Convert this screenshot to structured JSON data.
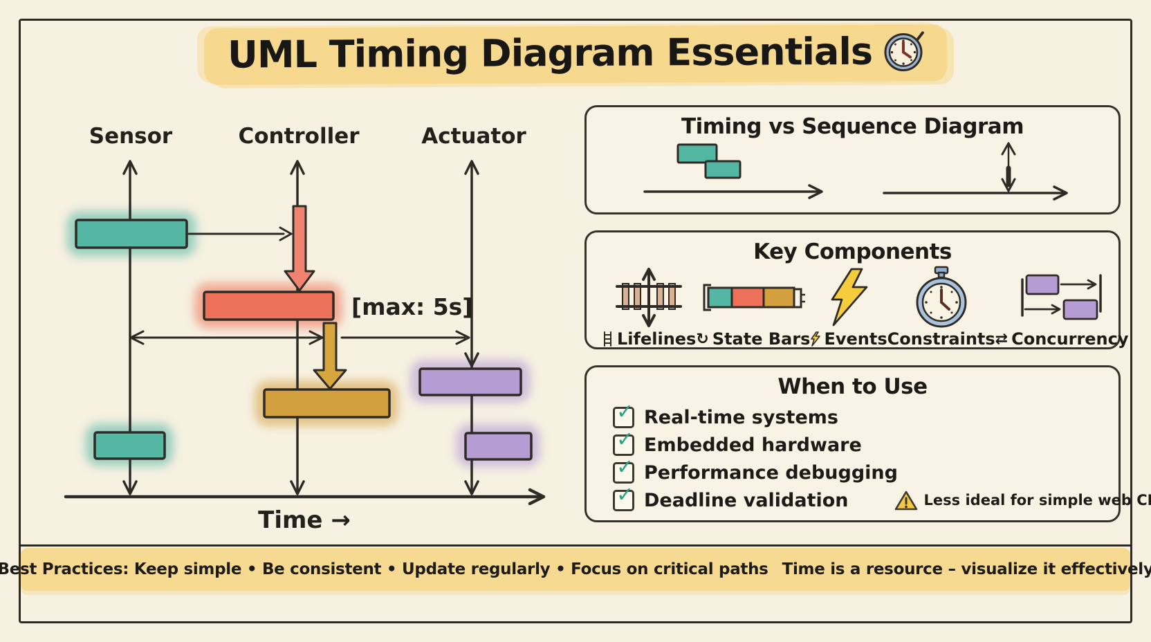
{
  "title": {
    "text": "UML Timing Diagram Essentials",
    "icon": "clock-icon"
  },
  "colors": {
    "background": "#f7f1e2",
    "ink": "#2e2b26",
    "teal": "#54b7a4",
    "coral": "#ec7158",
    "gold": "#d2a03e",
    "purple": "#b59dd4",
    "highlight_yellow": "#f6d98f",
    "check_green": "#2ba183",
    "warning_yellow": "#f2c83f",
    "clock_blue": "#9db4cf"
  },
  "timing_diagram": {
    "lifelines": [
      {
        "name": "Sensor"
      },
      {
        "name": "Controller"
      },
      {
        "name": "Actuator"
      }
    ],
    "constraint_label": "[max: 5s]",
    "axis_label": "Time →",
    "state_bars": [
      {
        "lifeline": "Sensor",
        "color": "teal"
      },
      {
        "lifeline": "Controller",
        "color": "coral"
      },
      {
        "lifeline": "Controller",
        "color": "gold"
      },
      {
        "lifeline": "Actuator",
        "color": "purple"
      },
      {
        "lifeline": "Actuator",
        "color": "purple"
      },
      {
        "lifeline": "Sensor",
        "color": "teal"
      }
    ]
  },
  "panels": {
    "comparison": {
      "title": "Timing vs Sequence Diagram"
    },
    "components": {
      "title": "Key Components",
      "items": [
        {
          "label": "Lifelines",
          "icon": "railroad-track-icon",
          "prefix_icon": "ladder-icon"
        },
        {
          "label": "State Bars",
          "icon": "state-bars-icon",
          "prefix_icon": "cycle-arrow-icon",
          "prefix_glyph": "↻"
        },
        {
          "label": "Events",
          "icon": "lightning-bolt-icon",
          "prefix_icon": "bolt-icon"
        },
        {
          "label": "Constraints",
          "icon": "stopwatch-icon",
          "prefix_icon": null
        },
        {
          "label": "Concurrency",
          "icon": "fork-join-icon",
          "prefix_icon": "sync-arrows-icon",
          "prefix_glyph": "⇄"
        }
      ]
    },
    "when_to_use": {
      "title": "When to Use",
      "items": [
        "Real-time systems",
        "Embedded hardware",
        "Performance debugging",
        "Deadline validation"
      ],
      "warning": "Less ideal for simple web CRUD",
      "warning_icon": "warning-triangle-icon"
    }
  },
  "footer": {
    "text_left": "Best Practices: Keep simple • Be consistent • Update regularly • Focus on critical paths",
    "pin_icon": "pin-icon",
    "text_right": "Time is a resource – visualize it effectively"
  }
}
